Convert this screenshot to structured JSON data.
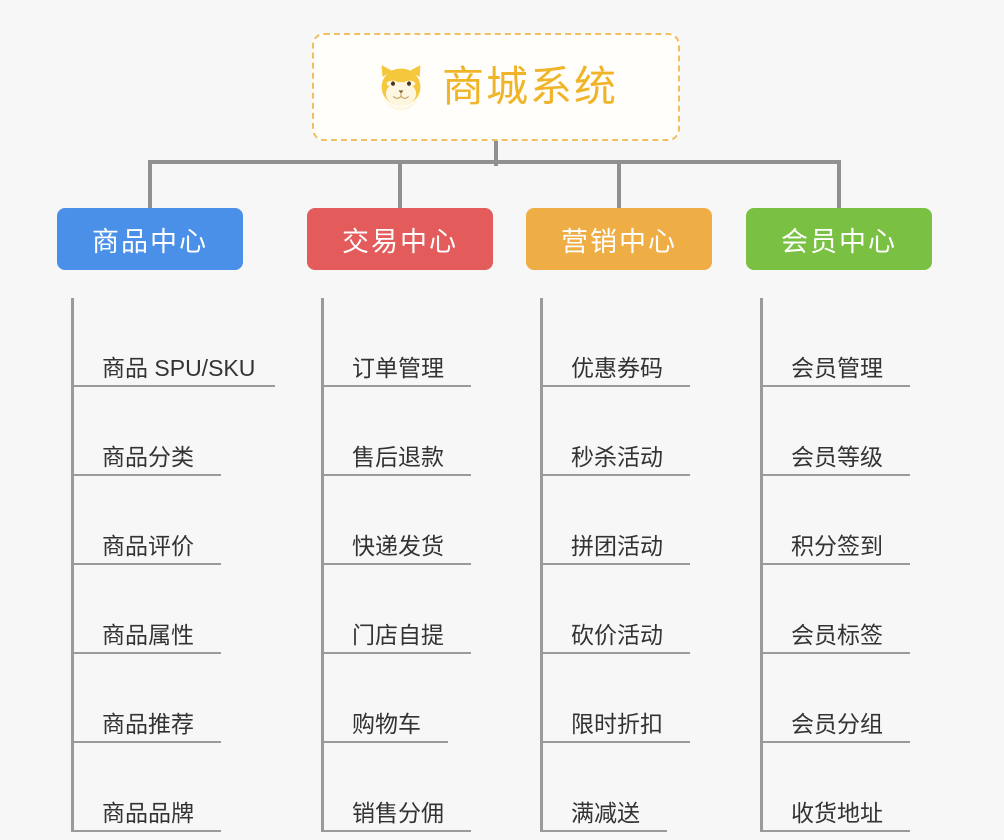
{
  "page": {
    "background_color": "#f7f7f7",
    "line_color": "#909090"
  },
  "root": {
    "title": "商城系统",
    "icon": "shiba-dog-face-icon",
    "text_color": "#f0b429",
    "border_color": "#f0c060",
    "background_color": "#fffefb"
  },
  "columns": [
    {
      "header": "商品中心",
      "color": "#4a90e8",
      "items": [
        "商品 SPU/SKU",
        "商品分类",
        "商品评价",
        "商品属性",
        "商品推荐",
        "商品品牌"
      ]
    },
    {
      "header": "交易中心",
      "color": "#e35b5b",
      "items": [
        "订单管理",
        "售后退款",
        "快递发货",
        "门店自提",
        "购物车",
        "销售分佣"
      ]
    },
    {
      "header": "营销中心",
      "color": "#eead45",
      "items": [
        "优惠券码",
        "秒杀活动",
        "拼团活动",
        "砍价活动",
        "限时折扣",
        "满减送"
      ]
    },
    {
      "header": "会员中心",
      "color": "#7ac143",
      "items": [
        "会员管理",
        "会员等级",
        "积分签到",
        "会员标签",
        "会员分组",
        "收货地址"
      ]
    }
  ]
}
